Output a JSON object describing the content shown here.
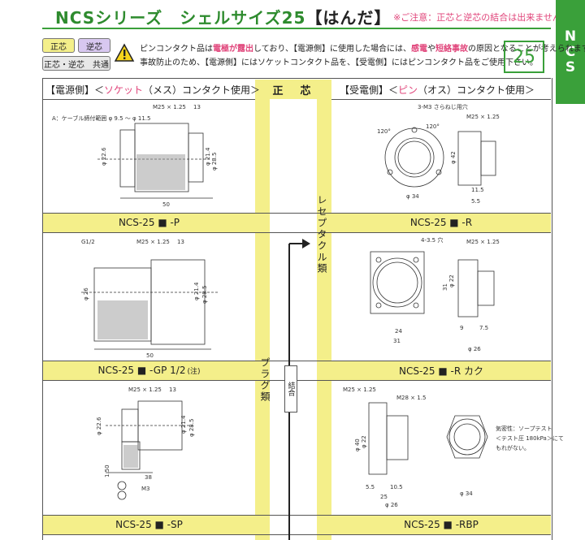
{
  "header": {
    "title_prefix": "NCS",
    "title_mid": "シリーズ　シェルサイズ25",
    "title_hand": "【はんだ】",
    "caution": "※ご注意：正芯と逆芯の結合は出来ません"
  },
  "side_tab": {
    "letters": [
      "N",
      "C",
      "S"
    ]
  },
  "badges": {
    "seishin": "正芯",
    "gyakushin": "逆芯",
    "both": "正芯・逆芯　共通"
  },
  "notice": {
    "l1a": "ピンコンタクト品は",
    "l1red1": "電極が露出",
    "l1b": "しており、【電源側】に使用した場合には、",
    "l1red2": "感電",
    "l1c": "や",
    "l1red3": "短絡事故",
    "l1d": "の原因となることが考えられます。",
    "l2": "事故防止のため、【電源側】にはソケットコンタクト品を、【受電側】にはピンコンタクト品をご使用下さい。"
  },
  "size_box": "25",
  "columns": {
    "left_a": "【電源側】＜",
    "left_pink": "ソケット",
    "left_b": "（メス）コンタクト使用＞",
    "center": "正　芯",
    "right_a": "【受電側】＜",
    "right_pink": "ピン",
    "right_b": "（オス）コンタクト使用＞"
  },
  "center": {
    "receptacle": "レセプタクル類",
    "plug": "プラグ類",
    "join": "結合"
  },
  "models": {
    "p": "NCS-25 ■ -P",
    "r": "NCS-25 ■ -R",
    "gp": "NCS-25 ■ -GP 1/2",
    "gp_note": "(注)",
    "rk": "NCS-25 ■ -R カク",
    "sp": "NCS-25 ■ -SP",
    "rbp": "NCS-25 ■ -RBP"
  },
  "dims": {
    "a_range": "A：ケーブル締付範囲 φ 9.5 〜 φ 11.5",
    "m25": "M25 × 1.25",
    "m28": "M28 × 1.5",
    "d13": "13",
    "d50": "50",
    "d226": "φ 22.6",
    "d214": "φ 21.4",
    "d285": "φ 28.5",
    "d26": "φ 26",
    "g12": "G1/2",
    "m3": "3-M3 さらねじ用穴",
    "d120": "120°",
    "d34": "φ 34",
    "d42": "φ 42",
    "d22": "φ 22",
    "d115": "11.5",
    "d55": "5.5",
    "h435": "4-3.5 穴",
    "d24": "24",
    "d31": "31",
    "d9": "9",
    "d75": "7.5",
    "d38": "38",
    "d150": "1.50",
    "m3s": "M3",
    "d40": "φ 40",
    "d105": "10.5",
    "d25": "25",
    "proof_1": "気密性：ソープテスト",
    "proof_2": "＜テスト圧 180kPa＞にて",
    "proof_3": "もれがない。"
  }
}
